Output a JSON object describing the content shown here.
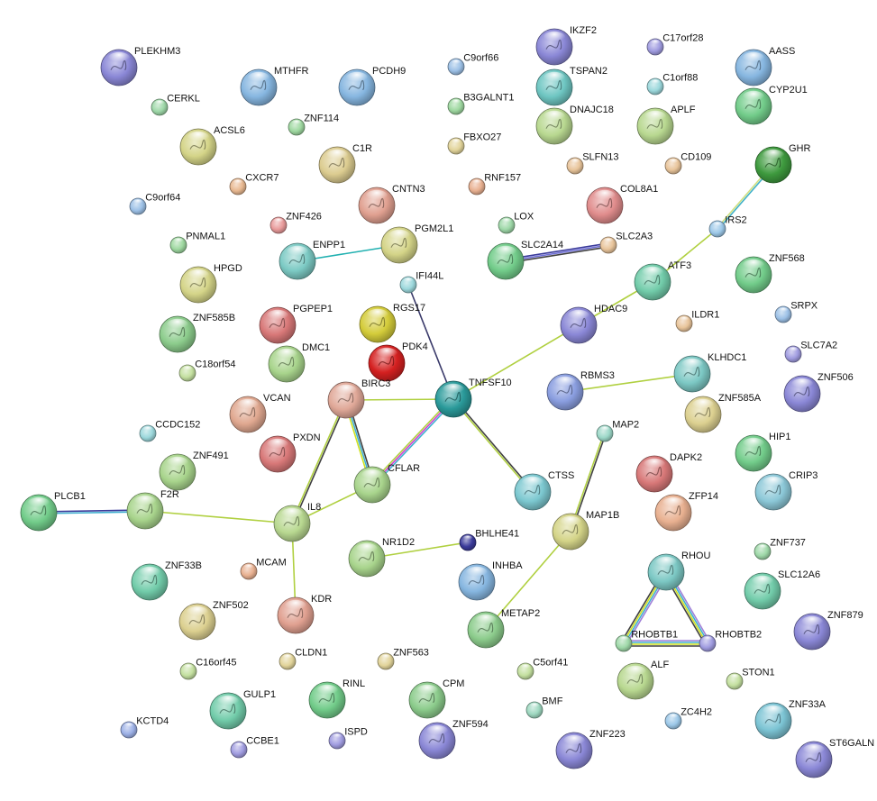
{
  "nodes": [
    {
      "id": "plekhm3",
      "label": "PLEKHM3",
      "color": "#8a87d6",
      "protein": true
    },
    {
      "id": "mthfr",
      "label": "MTHFR",
      "color": "#86b6e0",
      "protein": true
    },
    {
      "id": "pcdh9",
      "label": "PCDH9",
      "color": "#86b6e0",
      "protein": true
    },
    {
      "id": "c9orf66",
      "label": "C9orf66",
      "color": "#9cc0e6",
      "protein": false
    },
    {
      "id": "ikzf2",
      "label": "IKZF2",
      "color": "#8a87d6",
      "protein": true
    },
    {
      "id": "c17orf28",
      "label": "C17orf28",
      "color": "#a09ce0",
      "protein": false
    },
    {
      "id": "aass",
      "label": "AASS",
      "color": "#86b6e0",
      "protein": true
    },
    {
      "id": "tspan2",
      "label": "TSPAN2",
      "color": "#6ec6c2",
      "protein": true
    },
    {
      "id": "c1orf88",
      "label": "C1orf88",
      "color": "#9cd8dc",
      "protein": false
    },
    {
      "id": "cerkl",
      "label": "CERKL",
      "color": "#9ed8a8",
      "protein": false
    },
    {
      "id": "b3galnt1",
      "label": "B3GALNT1",
      "color": "#9ed8a0",
      "protein": false
    },
    {
      "id": "cyp2u1",
      "label": "CYP2U1",
      "color": "#72cc8a",
      "protein": true
    },
    {
      "id": "znf114",
      "label": "ZNF114",
      "color": "#9ed8a0",
      "protein": false
    },
    {
      "id": "dnajc18",
      "label": "DNAJC18",
      "color": "#b8d890",
      "protein": true
    },
    {
      "id": "aplf",
      "label": "APLF",
      "color": "#b8d890",
      "protein": true
    },
    {
      "id": "acsl6",
      "label": "ACSL6",
      "color": "#d4d488",
      "protein": true
    },
    {
      "id": "c1r",
      "label": "C1R",
      "color": "#dccc90",
      "protein": true
    },
    {
      "id": "fbxo27",
      "label": "FBXO27",
      "color": "#e2d49a",
      "protein": false
    },
    {
      "id": "slfn13",
      "label": "SLFN13",
      "color": "#e8c49a",
      "protein": false
    },
    {
      "id": "cd109",
      "label": "CD109",
      "color": "#e8c49a",
      "protein": false
    },
    {
      "id": "ghr",
      "label": "GHR",
      "color": "#3e9a3e",
      "protein": true
    },
    {
      "id": "cxcr7",
      "label": "CXCR7",
      "color": "#e8b890",
      "protein": false
    },
    {
      "id": "rnf157",
      "label": "RNF157",
      "color": "#e8b090",
      "protein": false
    },
    {
      "id": "c9orf64",
      "label": "C9orf64",
      "color": "#9cc0e6",
      "protein": false
    },
    {
      "id": "cntn3",
      "label": "CNTN3",
      "color": "#e0a090",
      "protein": true
    },
    {
      "id": "col8a1",
      "label": "COL8A1",
      "color": "#e08c8c",
      "protein": true
    },
    {
      "id": "znf426",
      "label": "ZNF426",
      "color": "#e89a9a",
      "protein": false
    },
    {
      "id": "lox",
      "label": "LOX",
      "color": "#9ed8a8",
      "protein": false
    },
    {
      "id": "irs2",
      "label": "IRS2",
      "color": "#9cc8e8",
      "protein": false
    },
    {
      "id": "pgm2l1",
      "label": "PGM2L1",
      "color": "#d4d488",
      "protein": true
    },
    {
      "id": "slc2a3",
      "label": "SLC2A3",
      "color": "#e8c49a",
      "protein": false
    },
    {
      "id": "pnmal1",
      "label": "PNMAL1",
      "color": "#9ed8a0",
      "protein": false
    },
    {
      "id": "enpp1",
      "label": "ENPP1",
      "color": "#7ccac4",
      "protein": true
    },
    {
      "id": "slc2a14",
      "label": "SLC2A14",
      "color": "#72cc8a",
      "protein": true
    },
    {
      "id": "hpgd",
      "label": "HPGD",
      "color": "#d4d488",
      "protein": true
    },
    {
      "id": "znf568",
      "label": "ZNF568",
      "color": "#72cc8a",
      "protein": true
    },
    {
      "id": "ifi44l",
      "label": "IFI44L",
      "color": "#9cd8dc",
      "protein": false
    },
    {
      "id": "atf3",
      "label": "ATF3",
      "color": "#72ccaa",
      "protein": true
    },
    {
      "id": "pgpep1",
      "label": "PGPEP1",
      "color": "#d87878",
      "protein": true
    },
    {
      "id": "rgs17",
      "label": "RGS17",
      "color": "#d4cc3a",
      "protein": true
    },
    {
      "id": "srpx",
      "label": "SRPX",
      "color": "#9cc0e6",
      "protein": false
    },
    {
      "id": "znf585b",
      "label": "ZNF585B",
      "color": "#8ccc8c",
      "protein": true
    },
    {
      "id": "hdac9",
      "label": "HDAC9",
      "color": "#8a87d6",
      "protein": true
    },
    {
      "id": "ildr1",
      "label": "ILDR1",
      "color": "#e8c49a",
      "protein": false
    },
    {
      "id": "dmc1",
      "label": "DMC1",
      "color": "#a8d48c",
      "protein": true
    },
    {
      "id": "pdk4",
      "label": "PDK4",
      "color": "#d42020",
      "protein": true
    },
    {
      "id": "slc7a2",
      "label": "SLC7A2",
      "color": "#a09ce0",
      "protein": false
    },
    {
      "id": "c18orf54",
      "label": "C18orf54",
      "color": "#c4e0a0",
      "protein": false
    },
    {
      "id": "klhdc1",
      "label": "KLHDC1",
      "color": "#7cc8c4",
      "protein": true
    },
    {
      "id": "znf506",
      "label": "ZNF506",
      "color": "#8a87d6",
      "protein": true
    },
    {
      "id": "birc3",
      "label": "BIRC3",
      "color": "#e0a898",
      "protein": true
    },
    {
      "id": "tnfsf10",
      "label": "TNFSF10",
      "color": "#2a9a9a",
      "protein": true
    },
    {
      "id": "rbms3",
      "label": "RBMS3",
      "color": "#8a9ee0",
      "protein": true
    },
    {
      "id": "vcan",
      "label": "VCAN",
      "color": "#e0a890",
      "protein": true
    },
    {
      "id": "znf585a",
      "label": "ZNF585A",
      "color": "#dcd090",
      "protein": true
    },
    {
      "id": "ccdc152",
      "label": "CCDC152",
      "color": "#9cd8dc",
      "protein": false
    },
    {
      "id": "map2",
      "label": "MAP2",
      "color": "#9cd8c8",
      "protein": false
    },
    {
      "id": "hip1",
      "label": "HIP1",
      "color": "#72cc8a",
      "protein": true
    },
    {
      "id": "pxdn",
      "label": "PXDN",
      "color": "#d87878",
      "protein": true
    },
    {
      "id": "dapk2",
      "label": "DAPK2",
      "color": "#d87878",
      "protein": true
    },
    {
      "id": "znf491",
      "label": "ZNF491",
      "color": "#a8d48c",
      "protein": true
    },
    {
      "id": "cflar",
      "label": "CFLAR",
      "color": "#a8d48c",
      "protein": true
    },
    {
      "id": "crip3",
      "label": "CRIP3",
      "color": "#8cc8d8",
      "protein": true
    },
    {
      "id": "f2r",
      "label": "F2R",
      "color": "#a8d48c",
      "protein": true
    },
    {
      "id": "ctss",
      "label": "CTSS",
      "color": "#7cc8d0",
      "protein": true
    },
    {
      "id": "zfp14",
      "label": "ZFP14",
      "color": "#e8b090",
      "protein": true
    },
    {
      "id": "plcb1",
      "label": "PLCB1",
      "color": "#72cc8a",
      "protein": true
    },
    {
      "id": "il8",
      "label": "IL8",
      "color": "#b8d890",
      "protein": true
    },
    {
      "id": "bhlhe41",
      "label": "BHLHE41",
      "color": "#3a3a9a",
      "protein": false
    },
    {
      "id": "map1b",
      "label": "MAP1B",
      "color": "#d4d488",
      "protein": true
    },
    {
      "id": "znf737",
      "label": "ZNF737",
      "color": "#9ed8a8",
      "protein": false
    },
    {
      "id": "nr1d2",
      "label": "NR1D2",
      "color": "#a8d48c",
      "protein": true
    },
    {
      "id": "znf33b",
      "label": "ZNF33B",
      "color": "#72ccaa",
      "protein": true
    },
    {
      "id": "mcam",
      "label": "MCAM",
      "color": "#e8b090",
      "protein": false
    },
    {
      "id": "inhba",
      "label": "INHBA",
      "color": "#86b6e0",
      "protein": true
    },
    {
      "id": "rhou",
      "label": "RHOU",
      "color": "#7cc8c4",
      "protein": true
    },
    {
      "id": "slc12a6",
      "label": "SLC12A6",
      "color": "#72ccaa",
      "protein": true
    },
    {
      "id": "kdr",
      "label": "KDR",
      "color": "#e0a090",
      "protein": true
    },
    {
      "id": "znf502",
      "label": "ZNF502",
      "color": "#dcd090",
      "protein": true
    },
    {
      "id": "znf879",
      "label": "ZNF879",
      "color": "#8a87d6",
      "protein": true
    },
    {
      "id": "metap2",
      "label": "METAP2",
      "color": "#8ccc8c",
      "protein": true
    },
    {
      "id": "rhobtb1",
      "label": "RHOBTB1",
      "color": "#9ed8a8",
      "protein": false
    },
    {
      "id": "rhobtb2",
      "label": "RHOBTB2",
      "color": "#a09ce0",
      "protein": false
    },
    {
      "id": "cldn1",
      "label": "CLDN1",
      "color": "#e2d49a",
      "protein": false
    },
    {
      "id": "znf563",
      "label": "ZNF563",
      "color": "#e2d49a",
      "protein": false
    },
    {
      "id": "c16orf45",
      "label": "C16orf45",
      "color": "#c4e0a0",
      "protein": false
    },
    {
      "id": "c5orf41",
      "label": "C5orf41",
      "color": "#c4e0a0",
      "protein": false
    },
    {
      "id": "alf",
      "label": "ALF",
      "color": "#b8d890",
      "protein": true
    },
    {
      "id": "ston1",
      "label": "STON1",
      "color": "#c4e0a0",
      "protein": false
    },
    {
      "id": "gulp1",
      "label": "GULP1",
      "color": "#72ccaa",
      "protein": true
    },
    {
      "id": "rinl",
      "label": "RINL",
      "color": "#72cc8a",
      "protein": true
    },
    {
      "id": "cpm",
      "label": "CPM",
      "color": "#8ccc8c",
      "protein": true
    },
    {
      "id": "bmf",
      "label": "BMF",
      "color": "#9ed8c0",
      "protein": false
    },
    {
      "id": "zc4h2",
      "label": "ZC4H2",
      "color": "#9cc8e8",
      "protein": false
    },
    {
      "id": "znf33a",
      "label": "ZNF33A",
      "color": "#7cc4d4",
      "protein": true
    },
    {
      "id": "kctd4",
      "label": "KCTD4",
      "color": "#9cb0e6",
      "protein": false
    },
    {
      "id": "znf594",
      "label": "ZNF594",
      "color": "#8a87d6",
      "protein": true
    },
    {
      "id": "ccbe1",
      "label": "CCBE1",
      "color": "#a09ce0",
      "protein": false
    },
    {
      "id": "ispd",
      "label": "ISPD",
      "color": "#a09ce0",
      "protein": false
    },
    {
      "id": "znf223",
      "label": "ZNF223",
      "color": "#8a87d6",
      "protein": true
    },
    {
      "id": "st6galnac",
      "label": "ST6GALN",
      "color": "#8a87d6",
      "protein": true
    }
  ],
  "edges": [
    {
      "source": "enpp1",
      "target": "pgm2l1",
      "colors": [
        "#20b0b0"
      ]
    },
    {
      "source": "slc2a14",
      "target": "slc2a3",
      "colors": [
        "#3a3a9a",
        "#7070d8",
        "#404040"
      ]
    },
    {
      "source": "ghr",
      "target": "irs2",
      "colors": [
        "#40b0c8",
        "#d0e080"
      ]
    },
    {
      "source": "irs2",
      "target": "atf3",
      "colors": [
        "#b0d040"
      ]
    },
    {
      "source": "atf3",
      "target": "hdac9",
      "colors": [
        "#b0d040"
      ]
    },
    {
      "source": "hdac9",
      "target": "tnfsf10",
      "colors": [
        "#b0d040"
      ]
    },
    {
      "source": "ifi44l",
      "target": "tnfsf10",
      "colors": [
        "#3a3a6a"
      ]
    },
    {
      "source": "birc3",
      "target": "tnfsf10",
      "colors": [
        "#b0d040"
      ]
    },
    {
      "source": "tnfsf10",
      "target": "cflar",
      "colors": [
        "#40b0d0",
        "#d040d0",
        "#b0d040"
      ]
    },
    {
      "source": "tnfsf10",
      "target": "ctss",
      "colors": [
        "#404040",
        "#b0d040"
      ]
    },
    {
      "source": "birc3",
      "target": "cflar",
      "colors": [
        "#404040",
        "#40b0d0",
        "#d0e020"
      ]
    },
    {
      "source": "birc3",
      "target": "il8",
      "colors": [
        "#404040",
        "#b0d040"
      ]
    },
    {
      "source": "cflar",
      "target": "il8",
      "colors": [
        "#b0d040"
      ]
    },
    {
      "source": "il8",
      "target": "f2r",
      "colors": [
        "#b0d040"
      ]
    },
    {
      "source": "il8",
      "target": "kdr",
      "colors": [
        "#b0d040"
      ]
    },
    {
      "source": "f2r",
      "target": "plcb1",
      "colors": [
        "#40b0d0",
        "#3a3a9a"
      ]
    },
    {
      "source": "nr1d2",
      "target": "bhlhe41",
      "colors": [
        "#b0d040"
      ]
    },
    {
      "source": "map2",
      "target": "map1b",
      "colors": [
        "#404040",
        "#b0d040"
      ]
    },
    {
      "source": "map1b",
      "target": "metap2",
      "colors": [
        "#b0d040"
      ]
    },
    {
      "source": "rbms3",
      "target": "klhdc1",
      "colors": [
        "#b0d040"
      ]
    },
    {
      "source": "rhou",
      "target": "rhobtb1",
      "colors": [
        "#a080d8",
        "#40b0d0",
        "#d0e020",
        "#404040"
      ]
    },
    {
      "source": "rhou",
      "target": "rhobtb2",
      "colors": [
        "#a080d8",
        "#40b0d0",
        "#d0e020",
        "#404040"
      ]
    },
    {
      "source": "rhobtb1",
      "target": "rhobtb2",
      "colors": [
        "#a080d8",
        "#40b0d0",
        "#d0e020",
        "#404040"
      ]
    }
  ]
}
